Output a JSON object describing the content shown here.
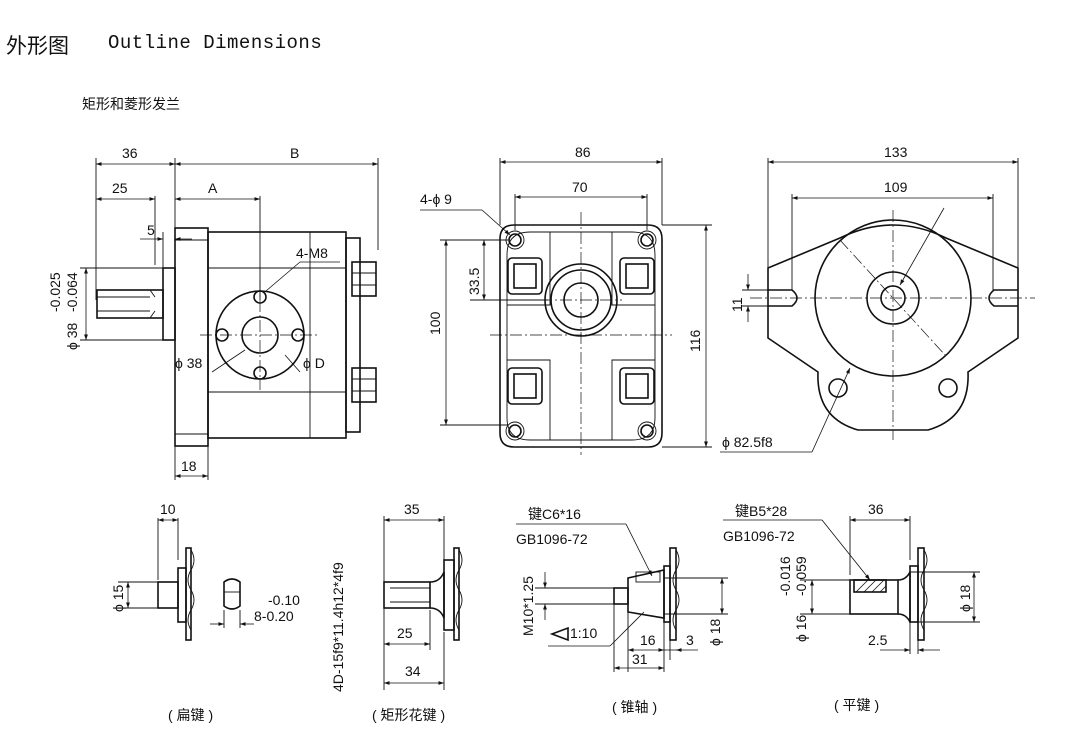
{
  "header": {
    "title_cn": "外形图",
    "title_en": "Outline  Dimensions"
  },
  "section": {
    "subtitle": "矩形和菱形发兰"
  },
  "side_view": {
    "dim_36": "36",
    "dim_B": "B",
    "dim_25": "25",
    "dim_A": "A",
    "dim_5": "5",
    "dim_4M8": "4-M8",
    "dim_tol_upper": "-0.025",
    "dim_tol_lower": "-0.064",
    "dim_shaft": "ϕ 38",
    "dim_phi38": "ϕ 38",
    "dim_phiD": "ϕ D",
    "dim_18": "18"
  },
  "front_view": {
    "dim_86": "86",
    "dim_70": "70",
    "dim_holes": "4-ϕ 9",
    "dim_33_5": "33.5",
    "dim_100": "100",
    "dim_116": "116"
  },
  "rear_view": {
    "dim_133": "133",
    "dim_109": "109",
    "dim_11": "11",
    "dim_pilot": "ϕ 82.5f8"
  },
  "shaft_flat": {
    "dim_10": "10",
    "dim_phi15": "ϕ 15",
    "dim_tol": "-0.10",
    "dim_8": "8-0.20",
    "caption": "( 扁键 )"
  },
  "shaft_spline": {
    "dim_35": "35",
    "dim_spline": "4D-15f9*11.4h12*4f9",
    "dim_25": "25",
    "dim_34": "34",
    "caption": "( 矩形花键 )"
  },
  "shaft_taper": {
    "key": "键C6*16",
    "std": "GB1096-72",
    "thread": "M10*1.25",
    "taper": "1:10",
    "dim_16": "16",
    "dim_3": "3",
    "dim_31": "31",
    "dim_phi18": "ϕ 18",
    "caption": "( 锥轴 )"
  },
  "shaft_key": {
    "key": "键B5*28",
    "std": "GB1096-72",
    "dim_36": "36",
    "dim_tol_upper": "-0.016",
    "dim_tol_lower": "-0.059",
    "dim_phi16": "ϕ 16",
    "dim_2_5": "2.5",
    "dim_phi18": "ϕ 18",
    "caption": "( 平键 )"
  }
}
